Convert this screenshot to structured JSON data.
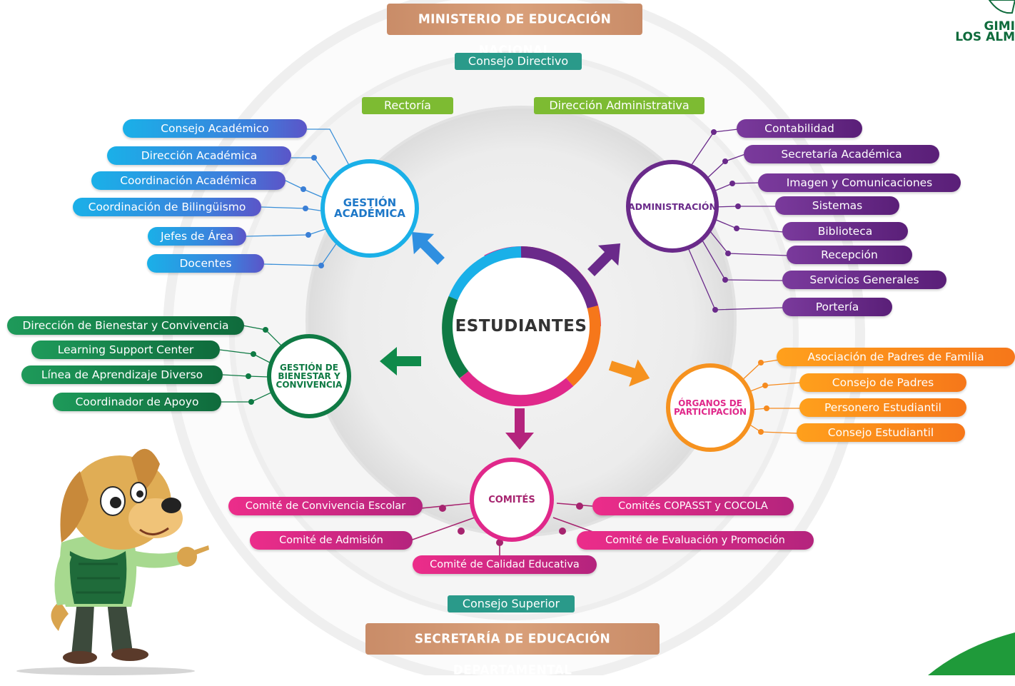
{
  "banners": {
    "top": "MINISTERIO DE EDUCACIÓN NACIONAL",
    "bottom": "SECRETARÍA  DE EDUCACIÓN DEPARTAMENTAL"
  },
  "top_boxes": {
    "consejo_directivo": "Consejo Directivo",
    "rectoria": "Rectoría",
    "direccion_administrativa": "Dirección  Administrativa"
  },
  "bottom_box": {
    "consejo_superior": "Consejo Superior"
  },
  "center": {
    "label": "ESTUDIANTES"
  },
  "hubs": {
    "academica": "GESTIÓN\nACADÉMICA",
    "administracion": "ADMINISTRACIÓN",
    "bienestar": "GESTIÓN DE\nBIENESTAR Y\nCONVIVENCIA",
    "organos": "ÓRGANOS DE\nPARTICIPACIÓN",
    "comites": "COMITÉS"
  },
  "academica_items": [
    "Consejo Académico",
    "Dirección Académica",
    "Coordinación Académica",
    "Coordinación de Bilingüismo",
    "Jefes de Área",
    "Docentes"
  ],
  "administracion_items": [
    "Contabilidad",
    "Secretaría Académica",
    "Imagen y Comunicaciones",
    "Sistemas",
    "Biblioteca",
    "Recepción",
    "Servicios Generales",
    "Portería"
  ],
  "bienestar_items": [
    "Dirección de Bienestar y Convivencia",
    "Learning Support Center",
    "Línea de Aprendizaje Diverso",
    "Coordinador de Apoyo"
  ],
  "organos_items": [
    "Asociación de Padres de Familia",
    "Consejo de Padres",
    "Personero Estudiantil",
    "Consejo Estudiantil"
  ],
  "comites_items": [
    "Comité de Convivencia Escolar",
    "Comité de Admisión",
    "Comité de Calidad Educativa",
    "Comités COPASST y  COCOLA",
    "Comité de  Evaluación y Promoción"
  ],
  "logo": {
    "line1": "GIMI",
    "line2": "LOS ALM"
  },
  "colors": {
    "blue": "#1ab0e8",
    "purple": "#6a2a8a",
    "green": "#0f7a44",
    "orange": "#f68b1f",
    "pink": "#e0288a",
    "banner": "#d09572",
    "teal": "#2a9a8a",
    "lime": "#7dbb32"
  }
}
